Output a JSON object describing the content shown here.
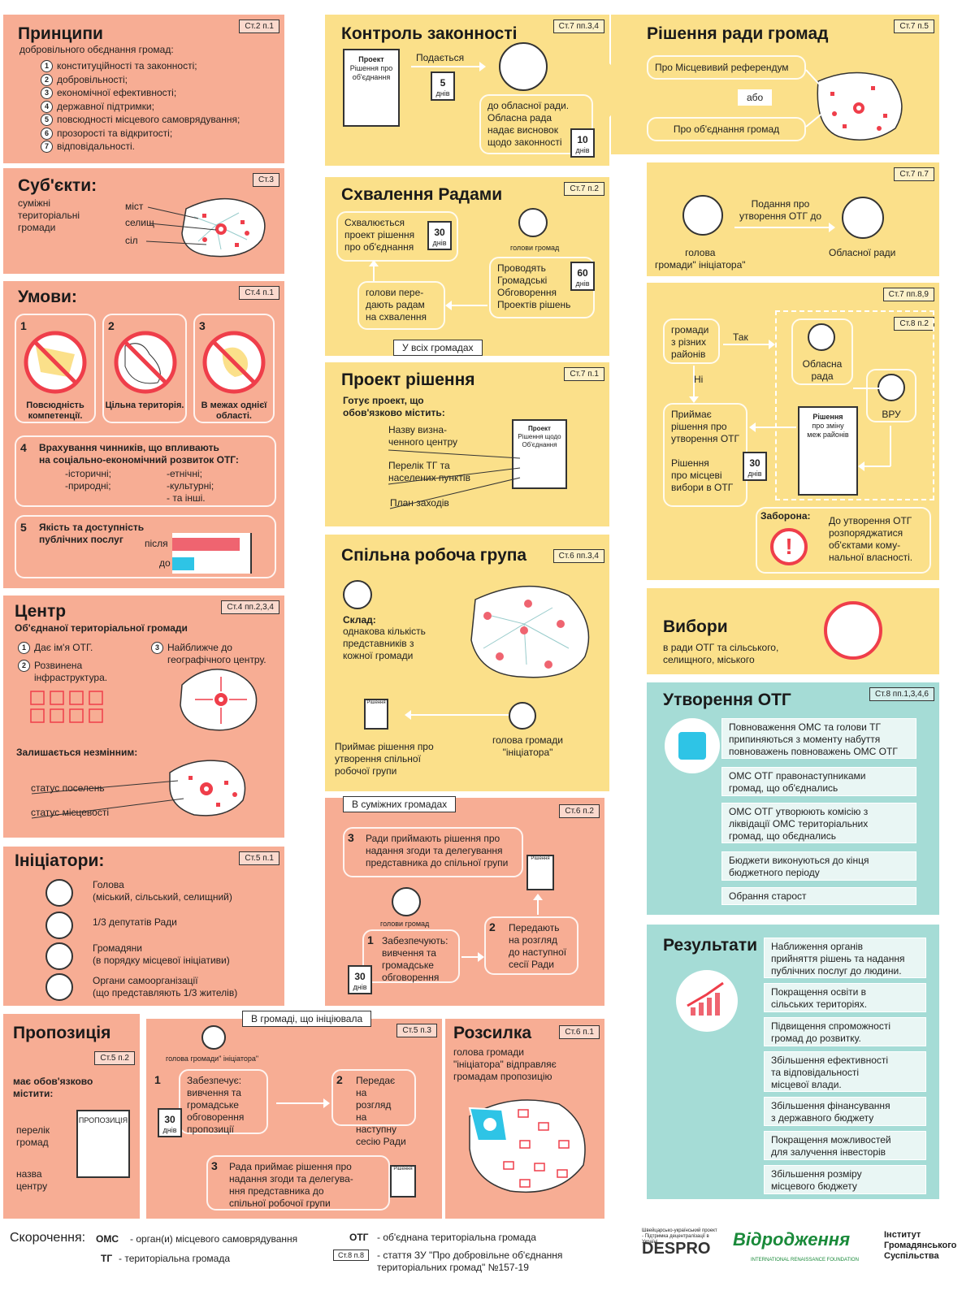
{
  "colors": {
    "salmon": "#f7ad94",
    "yellow": "#fbe08a",
    "teal": "#a5dcd6",
    "accent": "#ef3e4a",
    "blue": "#2ec4e6"
  },
  "principles": {
    "title": "Принципи",
    "subtitle": "добровільного обєднання громад:",
    "ref": "Ст.2 п.1",
    "items": [
      "конституційності та законності;",
      "добровільності;",
      "економічної ефективності;",
      "державної підтримки;",
      "повсюдності місцевого самоврядування;",
      "прозорості та відкритості;",
      "відповідальності."
    ]
  },
  "subjects": {
    "title": "Суб'єкти:",
    "text1": "суміжні",
    "text2": "територіальні",
    "text3": "громади",
    "ref": "Ст.3",
    "l1": "міст",
    "l2": "селищ",
    "l3": "сіл"
  },
  "conditions": {
    "title": "Умови:",
    "ref": "Ст.4 п.1",
    "c1": "Повсюдність компетенції.",
    "c2": "Цільна територія.",
    "c3": "В межах однієї області.",
    "c4a": "Врахування чинників, що впливають",
    "c4b": "на соціально-економічний розвиток ОТГ:",
    "f1": "-історичні;",
    "f2": "-етнічні;",
    "f3": "-природні;",
    "f4": "-культурні;",
    "f5": "- та інші.",
    "c5a": "Якість та доступність",
    "c5b": "публічних послуг",
    "after": "після",
    "before": "до",
    "after_value": 0.86,
    "before_value": 0.28
  },
  "center": {
    "title": "Центр",
    "subtitle": "Об'єднаної територіальної громади",
    "ref": "Ст.4 пп.2,3,4",
    "i1": "Дає ім'я ОТГ.",
    "i2a": "Розвинена",
    "i2b": "інфраструктура.",
    "i3a": "Найближче до",
    "i3b": "географічного центру.",
    "remain": "Залишається незмінним:",
    "r1": "статус поселень",
    "r2": "статус місцевості"
  },
  "initiators": {
    "title": "Ініціатори:",
    "ref": "Ст.5 п.1",
    "a1": "Голова",
    "a1b": "(міський, сільський, селищний)",
    "a2": "1/3 депутатів Ради",
    "a3": "Громадяни",
    "a3b": "(в порядку місцевої ініціативи)",
    "a4": "Органи самоорганізації",
    "a4b": "(що представляють 1/3 жителів)"
  },
  "proposal": {
    "title": "Пропозиція",
    "ref": "Ст.5 п.2",
    "must1": "має обов'язково",
    "must2": "містити:",
    "doc": "ПРОПОЗИЦІЯ",
    "p1a": "перелік",
    "p1b": "громад",
    "p2a": "назва",
    "p2b": "центру"
  },
  "proposal_flow": {
    "tag": "В громаді, що ініціювала",
    "ref": "Ст.5 п.3",
    "head": "голова громади\" ініціатора\"",
    "s1a": "Забезпечує:",
    "s1b": "вивчення та",
    "s1c": "громадське",
    "s1d": "обговорення",
    "s1e": "пропозиції",
    "s2a": "Передає на",
    "s2b": "розгляд",
    "s2c": "на наступну",
    "s2d": "сесію Ради",
    "s3a": "Рада приймає рішення про",
    "s3b": "надання згоди та делегува-",
    "s3c": "ння представника до",
    "s3d": "спільної робочої групи",
    "cal_num": "30",
    "cal_unit": "днів",
    "doc": "Рішення"
  },
  "legality": {
    "title": "Контроль законності",
    "ref": "Ст.7 пп.3,4",
    "doc1": "Проект",
    "doc2": "Рішення про",
    "doc3": "об'єднання",
    "submitted": "Подається",
    "n5": "5",
    "days": "днів",
    "to1": "до обласної ради.",
    "to2": "Обласна рада",
    "to3": "надає висновок",
    "to4": "щодо законності",
    "n10": "10"
  },
  "approval": {
    "title": "Схвалення Радами",
    "ref": "Ст.7 п.2",
    "a1": "Схвалюється",
    "a2": "проект рішення",
    "a3": "про об'єднання",
    "n30": "30",
    "days": "днів",
    "heads": "голови громад",
    "b1": "Проводять",
    "b2": "Громадські",
    "b3": "Обговорення",
    "b4": "Проектів рішень",
    "n60": "60",
    "c1": "голови пере-",
    "c2": "дають радам",
    "c3": "на схвалення",
    "tag": "У всіх громадах"
  },
  "draft": {
    "title": "Проект рішення",
    "ref": "Ст.7 п.1",
    "lead1": "Готує проект, що",
    "lead2": "обов'язково містить:",
    "d1a": "Назву визна-",
    "d1b": "ченного центру",
    "d2a": "Перелік ТГ та",
    "d2b": "населених пунктів",
    "d3": "План заходів",
    "doc1": "Проект",
    "doc2": "Рішення щодо",
    "doc3": "Об'єднання"
  },
  "group": {
    "title": "Спільна робоча група",
    "ref": "Ст.6 пп.3,4",
    "comp": "Склад:",
    "c1": "однакова кількість",
    "c2": "представників з",
    "c3": "кожної громади",
    "dec1": "Приймає рішення про",
    "dec2": "утворення спільної",
    "dec3": "робочої групи",
    "head1": "голова громади",
    "head2": "\"ініціатора\"",
    "doc": "Рішення"
  },
  "adjacent": {
    "tag": "В суміжних громадах",
    "ref": "Ст.6 п.2",
    "s3a": "Ради приймають  рішення про",
    "s3b": "надання згоди та делегування",
    "s3c": "представника до спільної групи",
    "heads": "голови громад",
    "s1a": "Забезпечують:",
    "s1b": "вивчення та",
    "s1c": "громадське",
    "s1d": "обговорення",
    "s2a": "Передають",
    "s2b": "на розгляд",
    "s2c": "до наступної",
    "s2d": "сесії Ради",
    "n30": "30",
    "days": "днів",
    "doc": "Рішення"
  },
  "mailing": {
    "title": "Розсилка",
    "ref": "Ст.6 п.1",
    "t1": "голова громади",
    "t2": "\"ініціатора\" відправляє",
    "t3": "громадам пропозицію"
  },
  "council": {
    "title": "Рішення ради громад",
    "ref": "Ст.7 п.5",
    "r1": "Про Місцевивий референдум",
    "or": "або",
    "r2": "Про об'єднання громад"
  },
  "submission": {
    "ref": "Ст.7 п.7",
    "head1": "голова",
    "head2": "громади\" ініціатора\"",
    "t1": "Подання про",
    "t2": "утворення ОТГ до",
    "reg": "Обласної ради"
  },
  "districts": {
    "ref1": "Ст.7 пп.8,9",
    "ref2": "Ст.8 п.2",
    "q1": "громади",
    "q2": "з різних",
    "q3": "районів",
    "yes": "Так",
    "no": "Ні",
    "reg1": "Обласна",
    "reg2": "рада",
    "vru": "ВРУ",
    "doc1": "Рішення",
    "doc2": "про зміну",
    "doc3": "меж районів",
    "d1": "Приймає",
    "d2": "рішення про",
    "d3": "утворення ОТГ",
    "d4": "Рішення",
    "d5": "про місцеві",
    "d6": "вибори в ОТГ",
    "n30": "30",
    "days": "днів",
    "ban": "Заборона:",
    "b1": "До утворення ОТГ",
    "b2": "розпоряджатися",
    "b3": "об'єктами кому-",
    "b4": "нальної власності."
  },
  "elections": {
    "title": "Вибори",
    "t1": "в ради ОТГ та сільського,",
    "t2": "селищного, міського"
  },
  "formation": {
    "title": "Утворення ОТГ",
    "ref": "Ст.8 пп.1,3,4,6",
    "f1a": "Повноваження ОМС та голови ТГ",
    "f1b": "припиняються з моменту набуття",
    "f1c": "повноважень повноважень ОМС ОТГ",
    "f2a": "ОМС ОТГ правонаступниками",
    "f2b": "громад, що об'єднались",
    "f3a": "ОМС ОТГ утворюють комісію з",
    "f3b": "ліквідації ОМС територіальних",
    "f3c": "громад, що обєднались",
    "f4a": "Бюджети виконуються до кінця",
    "f4b": "бюджетного періоду",
    "f5": "Обрання старост"
  },
  "results": {
    "title": "Результати",
    "r1a": "Наближення органів",
    "r1b": "прийняття рішень та надання",
    "r1c": "публічних послуг до людини.",
    "r2a": "Покращення освіти в",
    "r2b": "сільських територіях.",
    "r3a": "Підвищення спроможності",
    "r3b": "громад до розвитку.",
    "r4a": "Збільшення ефективності",
    "r4b": "та відповідальності",
    "r4c": "місцевої влади.",
    "r5a": "Збільшення фінансування",
    "r5b": "з державного бюджету",
    "r6a": "Покращення можливостей",
    "r6b": "для залучення інвесторів",
    "r7a": "Збільшення розміру",
    "r7b": "місцевого бюджету"
  },
  "footer": {
    "label": "Скорочення:",
    "oms": "ОМС",
    "oms_d": "- орган(и) місцевого самоврядування",
    "tg": "ТГ",
    "tg_d": "- територіальна громада",
    "otg": "ОТГ",
    "otg_d": "- об'єднана територіальна громада",
    "ref": "Ст.8 п.8",
    "ref_d1": "- стаття ЗУ \"Про добровільне об'єднання",
    "ref_d2": "територіальних громад\" №157-19",
    "logo1_small": "Швейцарсько-український проект - Підтримка децентралізації в Україні",
    "logo1": "DESPRO",
    "logo2": "Відродження",
    "logo2_small": "INTERNATIONAL RENAISSANCE FOUNDATION",
    "logo3a": "Інститут",
    "logo3b": "Громадянського",
    "logo3c": "Суспільства"
  }
}
